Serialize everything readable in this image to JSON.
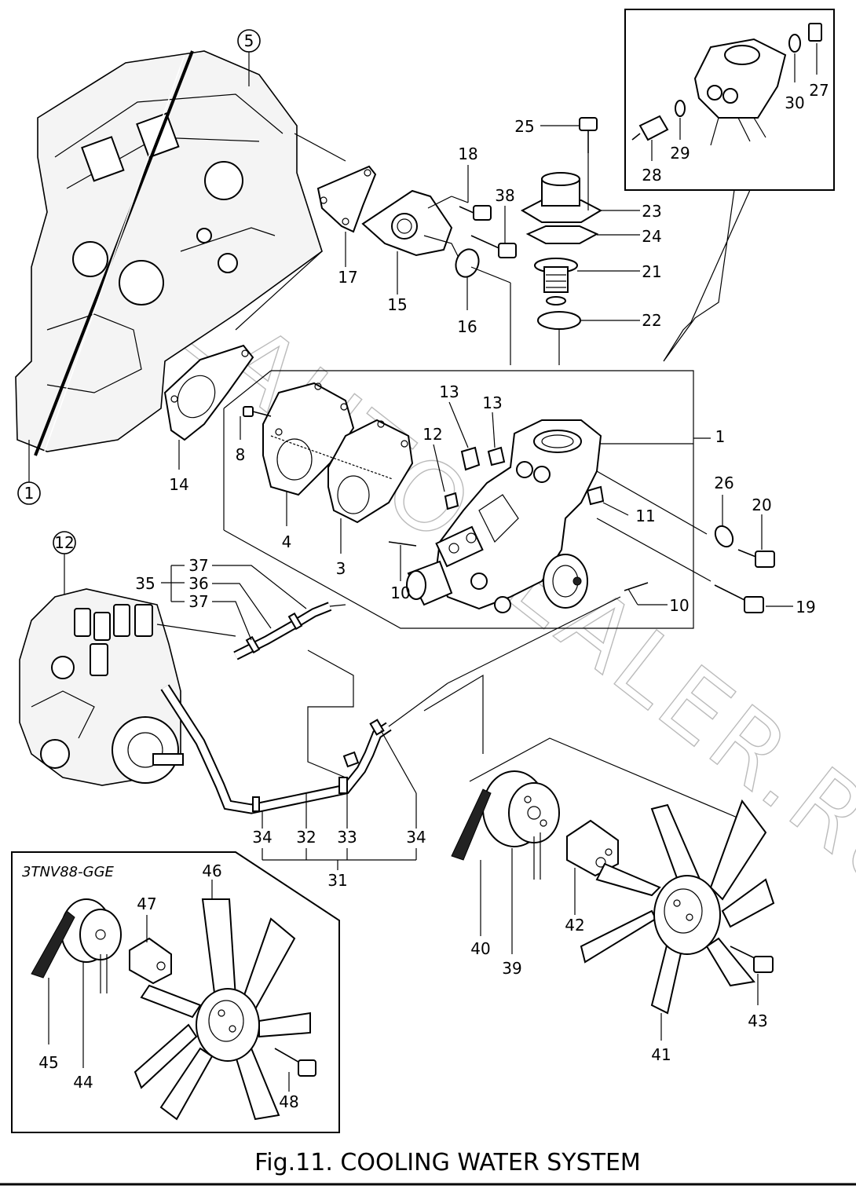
{
  "caption": "Fig.11.  COOLING WATER SYSTEM",
  "variant_label": "3TNV88-GGE",
  "watermark": "ALLAUTODEALER.RU",
  "callouts": {
    "c1": "1",
    "c3": "3",
    "c4": "4",
    "c5": "5",
    "c8": "8",
    "c10a": "10",
    "c10b": "10",
    "c11": "11",
    "c12": "12",
    "c12b": "12",
    "c13a": "13",
    "c13b": "13",
    "c14": "14",
    "c15": "15",
    "c16": "16",
    "c17": "17",
    "c18": "18",
    "c19": "19",
    "c20": "20",
    "c21": "21",
    "c22": "22",
    "c23": "23",
    "c24": "24",
    "c25": "25",
    "c26": "26",
    "c27": "27",
    "c28": "28",
    "c29": "29",
    "c30": "30",
    "c31": "31",
    "c32": "32",
    "c33": "33",
    "c34a": "34",
    "c34b": "34",
    "c35": "35",
    "c36": "36",
    "c37a": "37",
    "c37b": "37",
    "c38": "38",
    "c39": "39",
    "c40": "40",
    "c41": "41",
    "c42": "42",
    "c43": "43",
    "c44": "44",
    "c45": "45",
    "c46": "46",
    "c47": "47",
    "c48": "48"
  },
  "circled": {
    "one": "1",
    "five": "5",
    "twelve": "12"
  }
}
